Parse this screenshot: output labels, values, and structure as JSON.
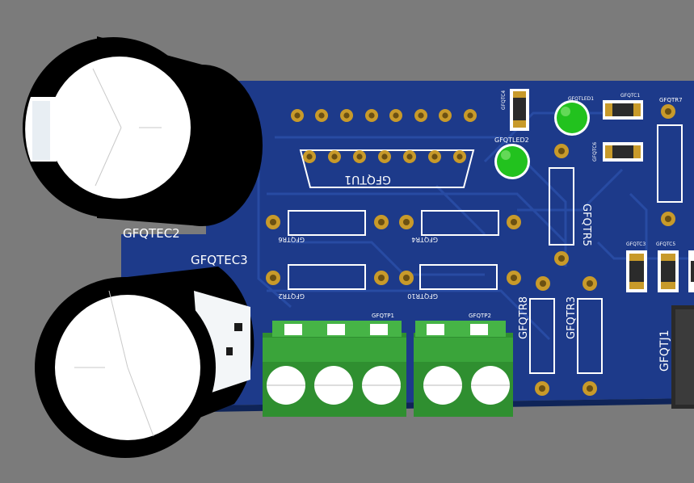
{
  "viewport": {
    "title": ""
  },
  "colors": {
    "background": "#7b7b7b",
    "board": "#1d3a8a",
    "board_dark": "#16306f",
    "trace": "#24459c",
    "silkscreen": "#ffffff",
    "pad": "#c89a2a",
    "led_green": "#22c21e",
    "terminal_green": "#3aa43a",
    "capacitor_black": "#000000",
    "capacitor_white": "#ffffff"
  },
  "labels": {
    "gfqtec2": "GFQTEC2",
    "gfqtec3": "GFQTEC3",
    "gfqtu1": "GFQTU1",
    "gfqtr6": "GFQTR6",
    "gfqtr4": "GFQTR4",
    "gfqtr2": "GFQTR2",
    "gfqtr10": "GFQTR10",
    "gfqtr5": "GFQTR5",
    "gfqtr8": "GFQTR8",
    "gfqtr3": "GFQTR3",
    "gfqtr7": "GFQTR7",
    "gfqtled1": "GFQTLED1",
    "gfqtled2": "GFQTLED2",
    "gfqtc1": "GFQTC1",
    "gfqtc3": "GFQTC3",
    "gfqtc4": "GFQTC4",
    "gfqtc5": "GFQTC5",
    "gfqtc6": "GFQTC6",
    "gfqtp1": "GFQTP1",
    "gfqtp2": "GFQTP2",
    "gfqtj1": "GFQTJ1"
  }
}
